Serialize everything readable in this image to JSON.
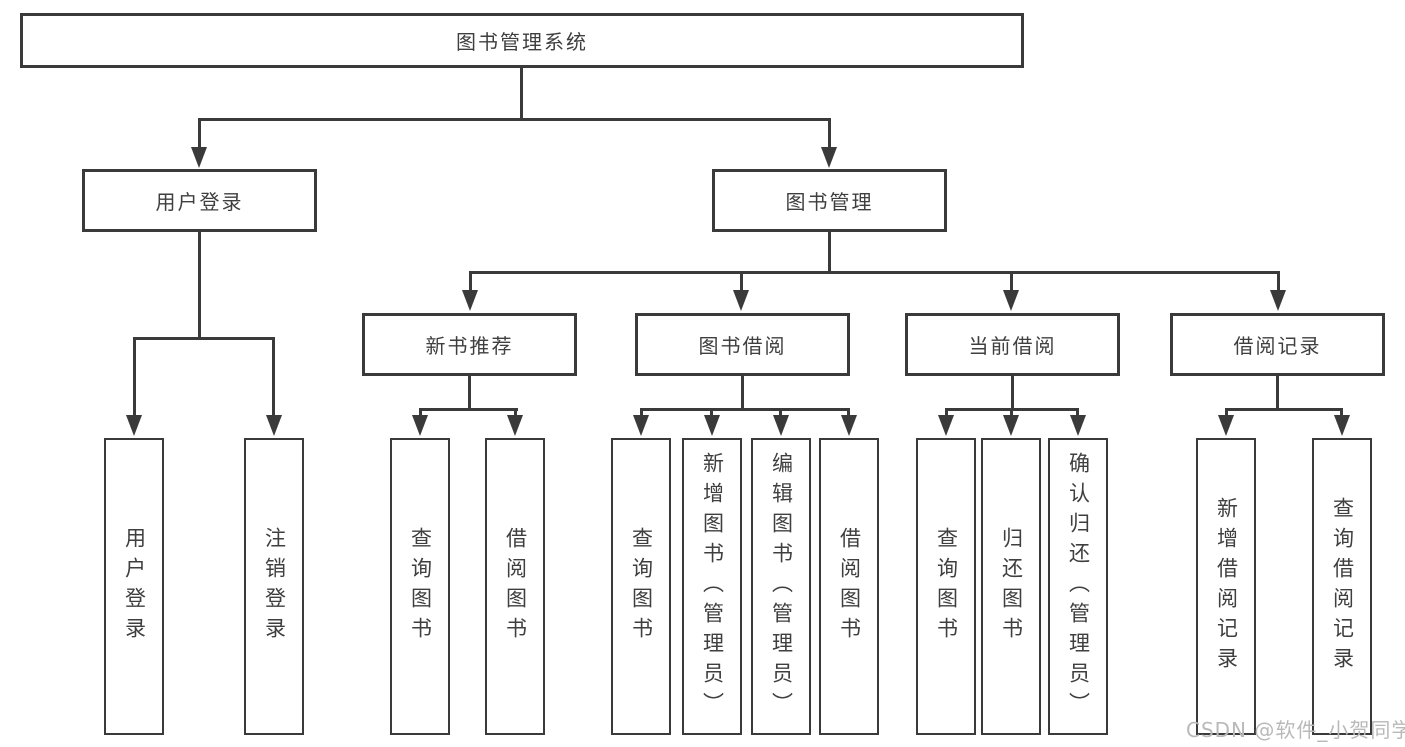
{
  "tree": {
    "root": "图书管理系统",
    "user": {
      "label": "用户登录",
      "children": [
        "用户登录",
        "注销登录"
      ]
    },
    "book": {
      "label": "图书管理",
      "sections": [
        {
          "label": "新书推荐",
          "children": [
            "查询图书",
            "借阅图书"
          ]
        },
        {
          "label": "图书借阅",
          "children": [
            "查询图书",
            "新增图书（管理员）",
            "编辑图书（管理员）",
            "借阅图书"
          ]
        },
        {
          "label": "当前借阅",
          "children": [
            "查询图书",
            "归还图书",
            "确认归还（管理员）"
          ]
        },
        {
          "label": "借阅记录",
          "children": [
            "新增借阅记录",
            "查询借阅记录"
          ]
        }
      ]
    }
  },
  "watermark": "CSDN @软件_小贺同学",
  "colors": {
    "line": "#3a3a3a",
    "text": "#3f3f3f",
    "watermark": "#b9b9b9",
    "background": "#ffffff"
  }
}
